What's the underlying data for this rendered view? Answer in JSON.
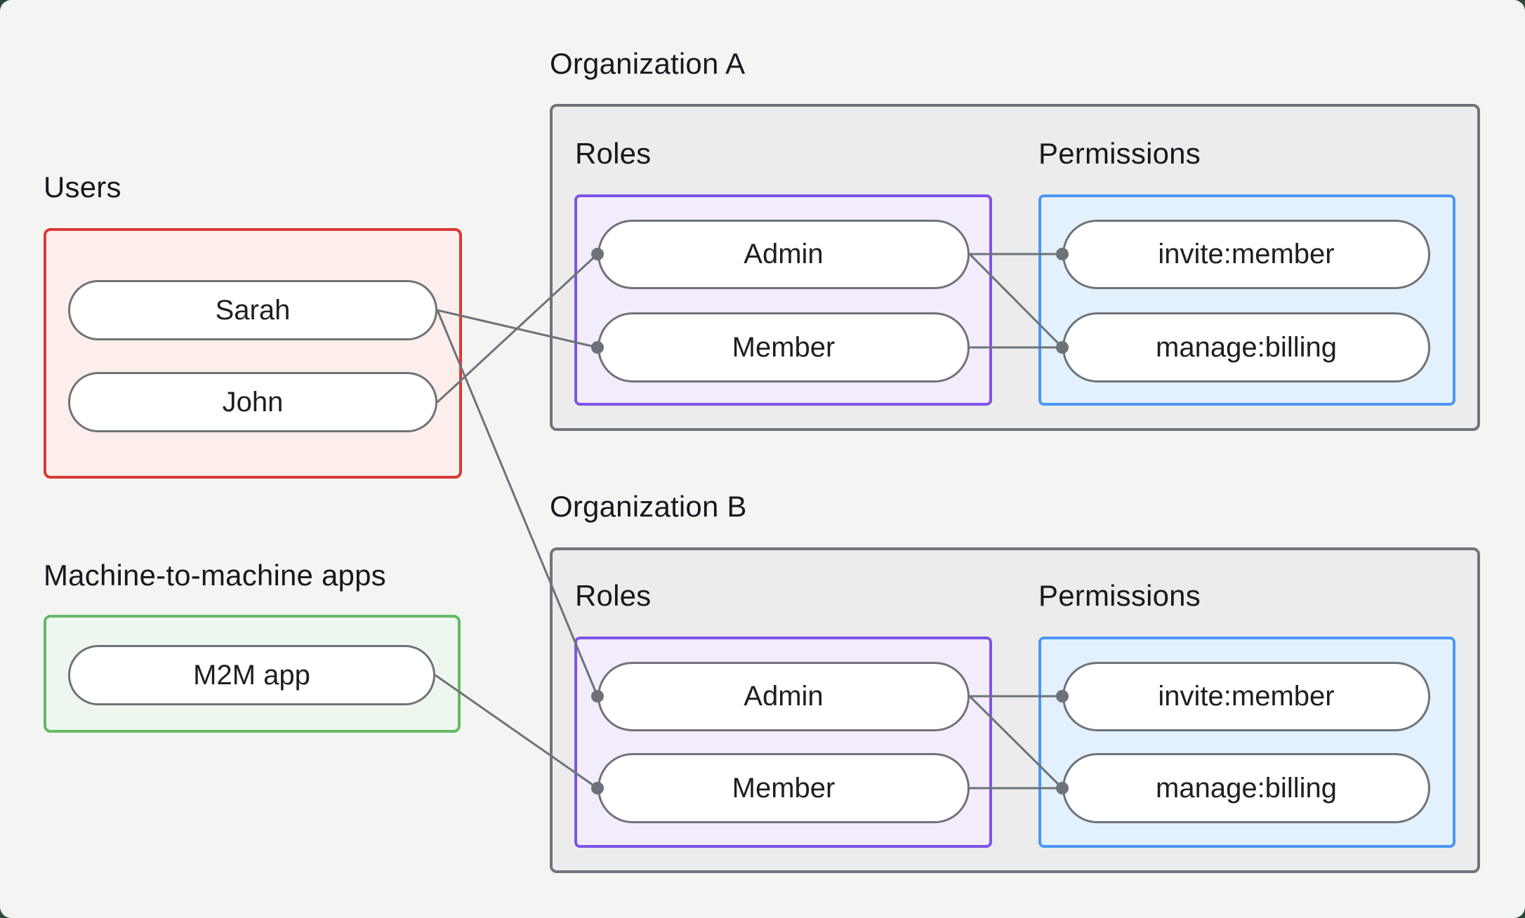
{
  "canvas": {
    "background": "#f3f5f3",
    "backdrop": "#2c4839"
  },
  "users_group": {
    "label": "Users",
    "items": [
      "Sarah",
      "John"
    ],
    "border_color": "#d93a35",
    "fill_color": "#fdeeec"
  },
  "m2m_group": {
    "label": "Machine-to-machine apps",
    "items": [
      "M2M app"
    ],
    "border_color": "#67b967",
    "fill_color": "#eef7ee"
  },
  "organizations": [
    {
      "label": "Organization A",
      "roles_label": "Roles",
      "permissions_label": "Permissions",
      "roles": [
        "Admin",
        "Member"
      ],
      "permissions": [
        "invite:member",
        "manage:billing"
      ]
    },
    {
      "label": "Organization B",
      "roles_label": "Roles",
      "permissions_label": "Permissions",
      "roles": [
        "Admin",
        "Member"
      ],
      "permissions": [
        "invite:member",
        "manage:billing"
      ]
    }
  ],
  "colors": {
    "org_border": "#70747a",
    "org_fill": "#ececec",
    "roles_border": "#7c55e8",
    "roles_fill": "#f2ecfc",
    "permissions_border": "#4a97f5",
    "permissions_fill": "#e3f0fd",
    "node_border": "#6f7378",
    "connector": "#6d7278",
    "text": "#16191d"
  },
  "connections": [
    {
      "from": "Sarah",
      "to": "Organization A / Member"
    },
    {
      "from": "John",
      "to": "Organization A / Admin"
    },
    {
      "from": "Sarah",
      "to": "Organization B / Admin"
    },
    {
      "from": "M2M app",
      "to": "Organization B / Member"
    },
    {
      "from": "Organization A / Admin",
      "to": "Organization A / invite:member"
    },
    {
      "from": "Organization A / Admin",
      "to": "Organization A / manage:billing"
    },
    {
      "from": "Organization A / Member",
      "to": "Organization A / manage:billing"
    },
    {
      "from": "Organization B / Admin",
      "to": "Organization B / invite:member"
    },
    {
      "from": "Organization B / Admin",
      "to": "Organization B / manage:billing"
    },
    {
      "from": "Organization B / Member",
      "to": "Organization B / manage:billing"
    }
  ]
}
